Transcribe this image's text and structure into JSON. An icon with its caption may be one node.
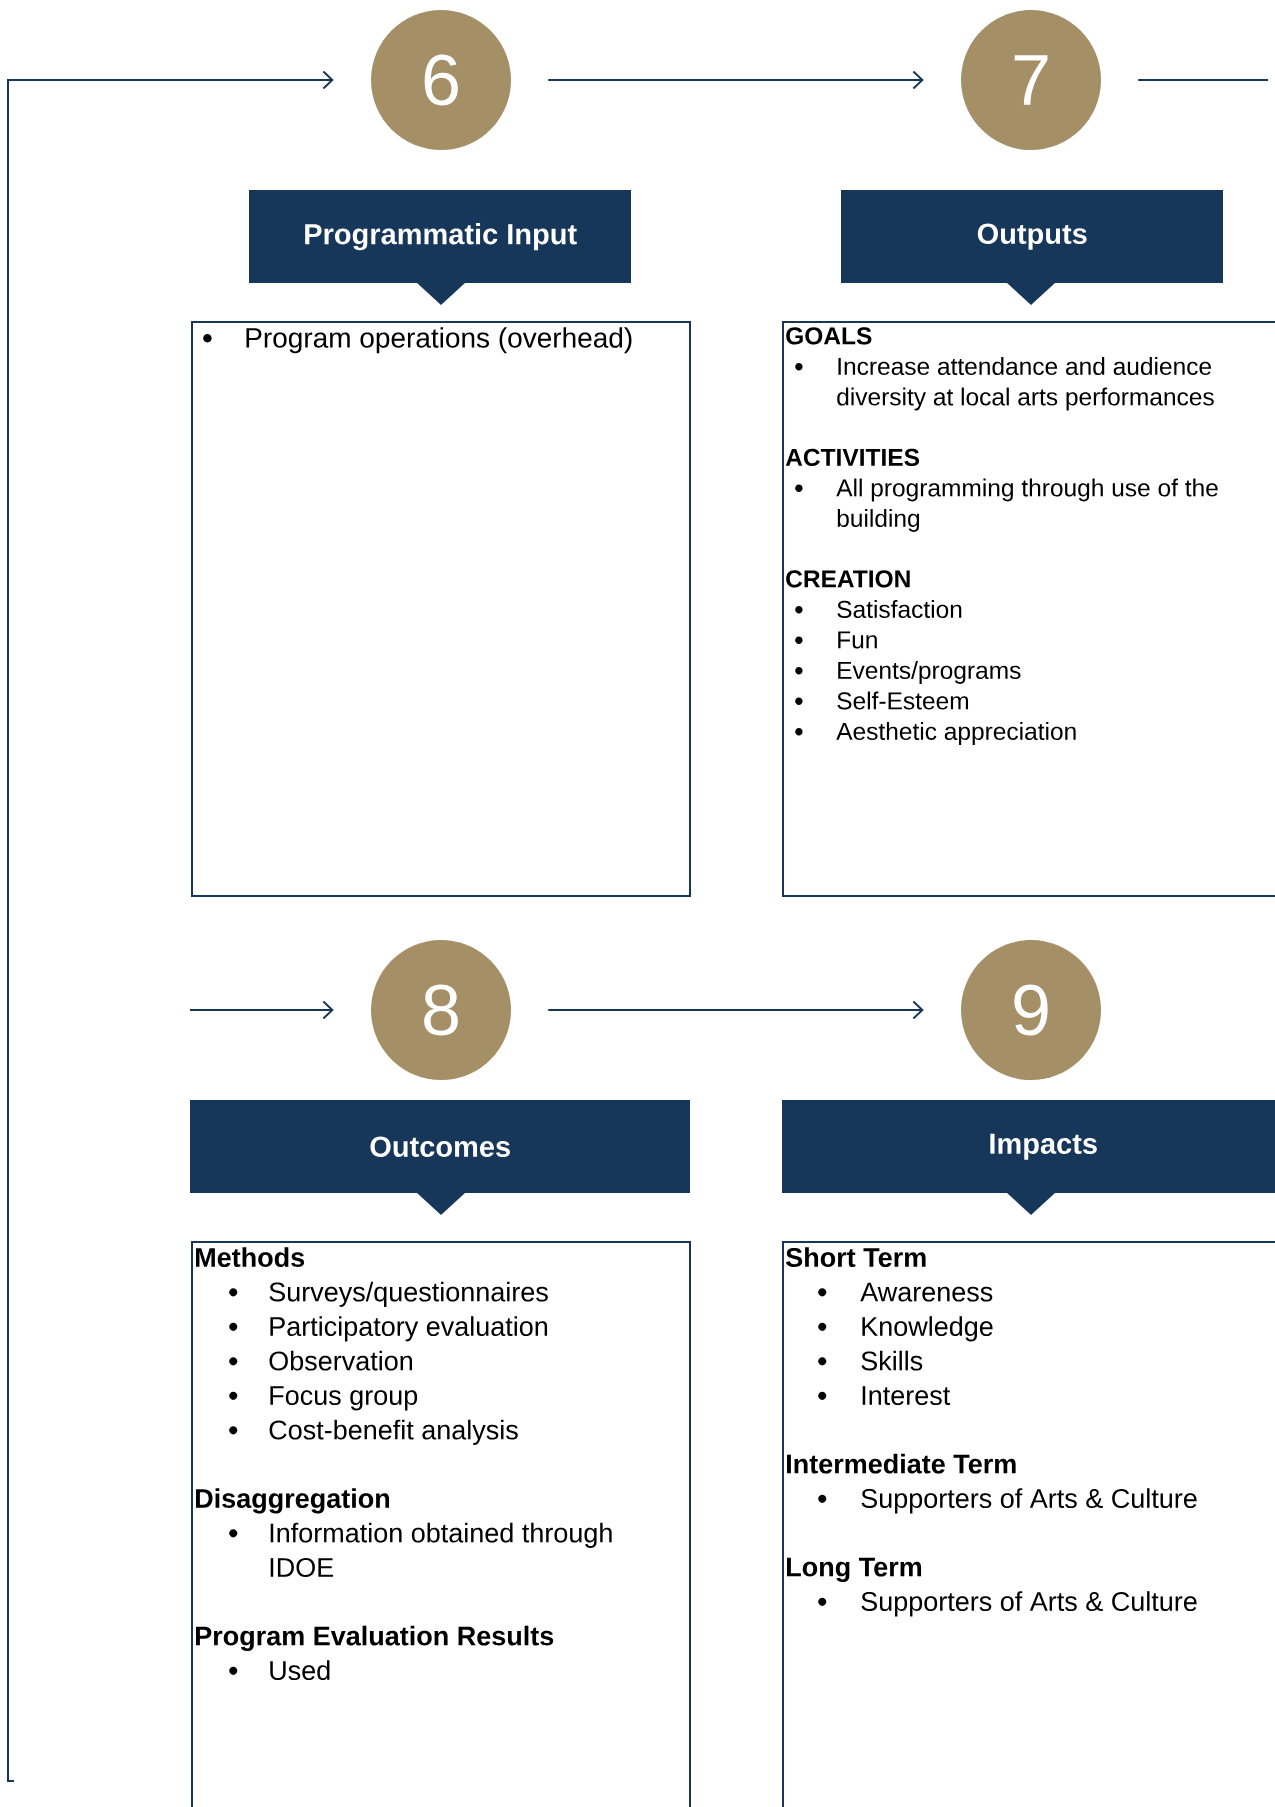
{
  "diagram": {
    "nodes": [
      {
        "text": [
          "6"
        ]
      },
      {
        "text": [
          "Programmatic Input"
        ]
      },
      {
        "text": [
          "Program operations (overhead)"
        ]
      },
      {
        "text": [
          "7"
        ]
      },
      {
        "text": [
          "Outputs"
        ]
      },
      {
        "text": [
          "GOALS",
          "Increase attendance and audience diversity at local arts performances",
          "ACTIVITIES",
          "All programming through use of the building",
          "CREATION",
          "Satisfaction",
          "Fun",
          "Events/programs",
          "Self-Esteem",
          "Aesthetic appreciation"
        ]
      },
      {
        "text": [
          "8"
        ]
      },
      {
        "text": [
          "Outcomes"
        ]
      },
      {
        "text": [
          "Methods",
          "Surveys/questionnaires",
          "Participatory evaluation",
          "Observation",
          "Focus group",
          "Cost-benefit analysis",
          "Disaggregation",
          "Information obtained through IDOE",
          "Program Evaluation Results",
          "Used"
        ]
      },
      {
        "text": [
          "9"
        ]
      },
      {
        "text": [
          "Impacts"
        ]
      },
      {
        "text": [
          "Short Term",
          "Awareness",
          "Knowledge",
          "Skills",
          "Interest",
          "Intermediate Term",
          "Supporters of Arts & Culture",
          "Long Term",
          "Supporters of Arts & Culture"
        ]
      }
    ],
    "edges": [
      {
        "from": null,
        "to": 0,
        "arrow": "to"
      },
      {
        "from": 0,
        "to": 3,
        "arrow": "to"
      },
      {
        "from": 3,
        "to": null,
        "arrow": "none"
      },
      {
        "from": null,
        "to": 6,
        "arrow": "to"
      },
      {
        "from": 6,
        "to": 9,
        "arrow": "to"
      }
    ]
  }
}
